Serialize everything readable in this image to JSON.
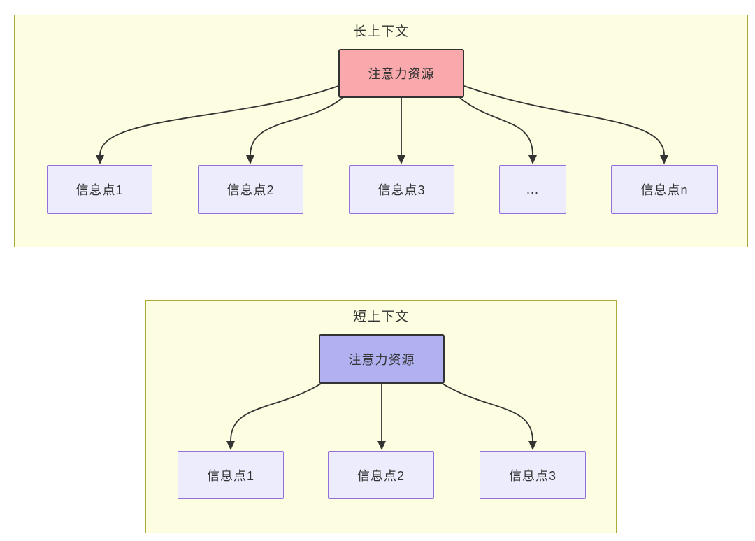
{
  "colors": {
    "page_bg": "#ffffff",
    "cluster_fill": "#fdfde1",
    "cluster_border": "#abab35",
    "long_attention_fill": "#f9a8ab",
    "short_attention_fill": "#b1b1f1",
    "attention_border": "#333333",
    "info_fill": "#ececfc",
    "info_border": "#9370db",
    "edge": "#333333",
    "text": "#333333"
  },
  "long_context": {
    "title": "长上下文",
    "attention_label": "注意力资源",
    "info_boxes": [
      "信息点1",
      "信息点2",
      "信息点3",
      "...",
      "信息点n"
    ]
  },
  "short_context": {
    "title": "短上下文",
    "attention_label": "注意力资源",
    "info_boxes": [
      "信息点1",
      "信息点2",
      "信息点3"
    ]
  }
}
